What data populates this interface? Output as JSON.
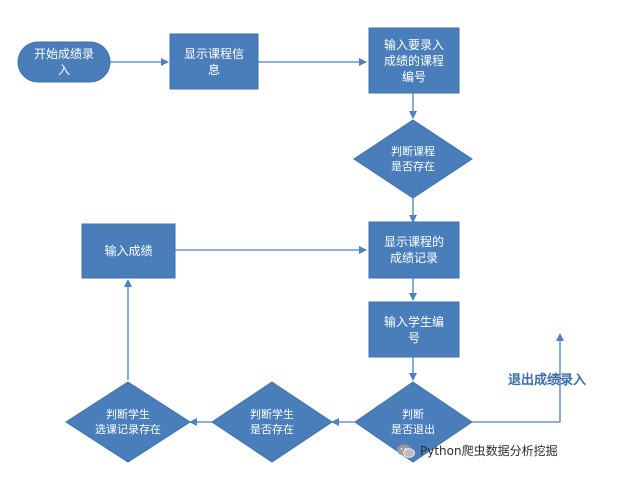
{
  "nodes": {
    "start": "开始成绩录\n入",
    "show_course": "显示课程信\n息",
    "input_course_id": "输入要录入\n成绩的课程\n编号",
    "check_course": "判断课程\n是否存在",
    "show_record": "显示课程的\n成绩记录",
    "input_student_id": "输入学生编\n号",
    "check_exit": "判断\n是否退出",
    "check_student": "判断学生\n是否存在",
    "check_enrollment": "判断学生\n选课记录存在",
    "input_score": "输入成绩"
  },
  "exit_label": "退出成绩录入",
  "watermark": {
    "text": "Python爬虫数据分析挖掘",
    "icon": "wechat-icon"
  },
  "colors": {
    "shape_fill": "#4a7ebb",
    "arrow": "#4f81bd",
    "text": "#ffffff"
  }
}
